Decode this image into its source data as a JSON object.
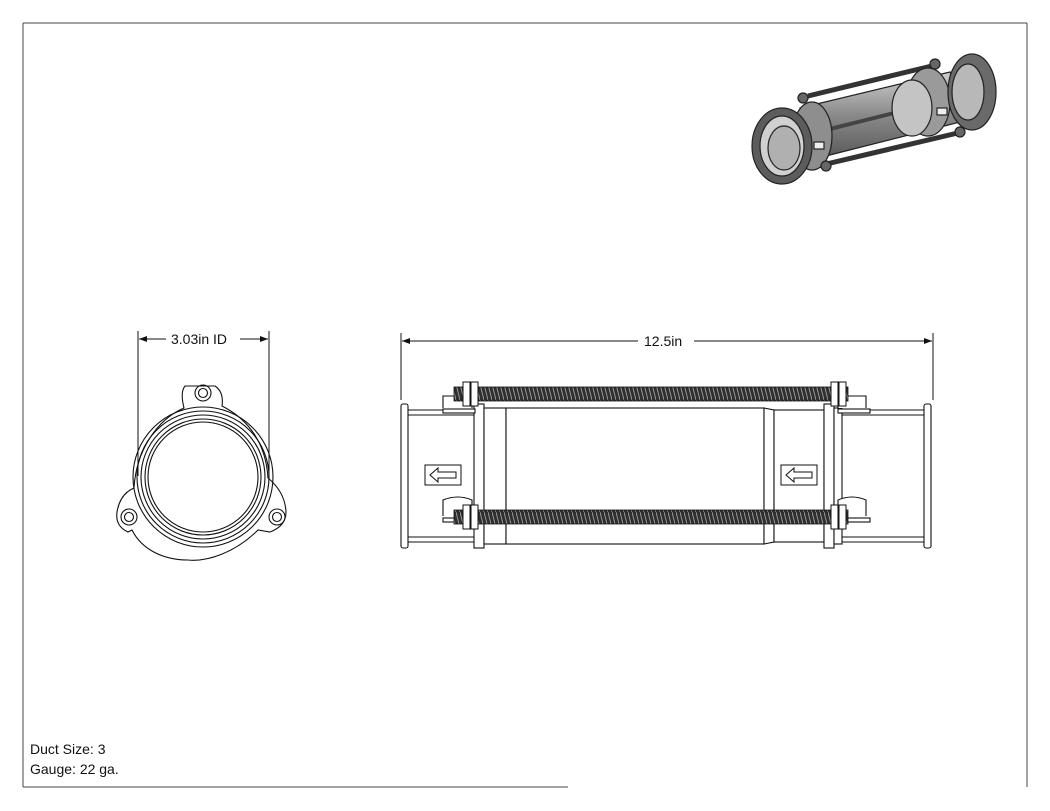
{
  "dimensions": {
    "inner_diameter": "3.03in ID",
    "overall_length": "12.5in"
  },
  "notes": {
    "duct_size": "Duct Size: 3",
    "gauge": "Gauge: 22 ga."
  },
  "colors": {
    "line": "#111111",
    "threaded_rod": "#3a3a3a",
    "iso_body": "#8a8a8a",
    "iso_dark": "#4a4a4a"
  },
  "icons": {
    "flow_arrow": "left-arrow-icon"
  }
}
